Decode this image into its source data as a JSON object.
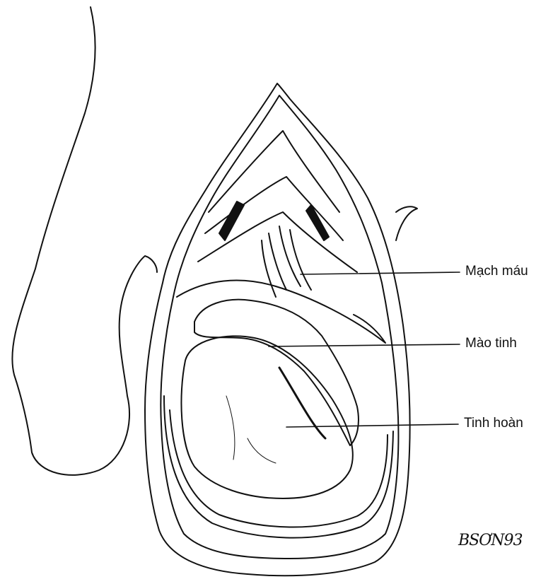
{
  "labels": {
    "vessels": "Mạch máu",
    "epididymis": "Mào tinh",
    "testis": "Tinh hoàn"
  },
  "signature": "BSƠN93",
  "colors": {
    "ink": "#111111",
    "paper": "#ffffff"
  }
}
